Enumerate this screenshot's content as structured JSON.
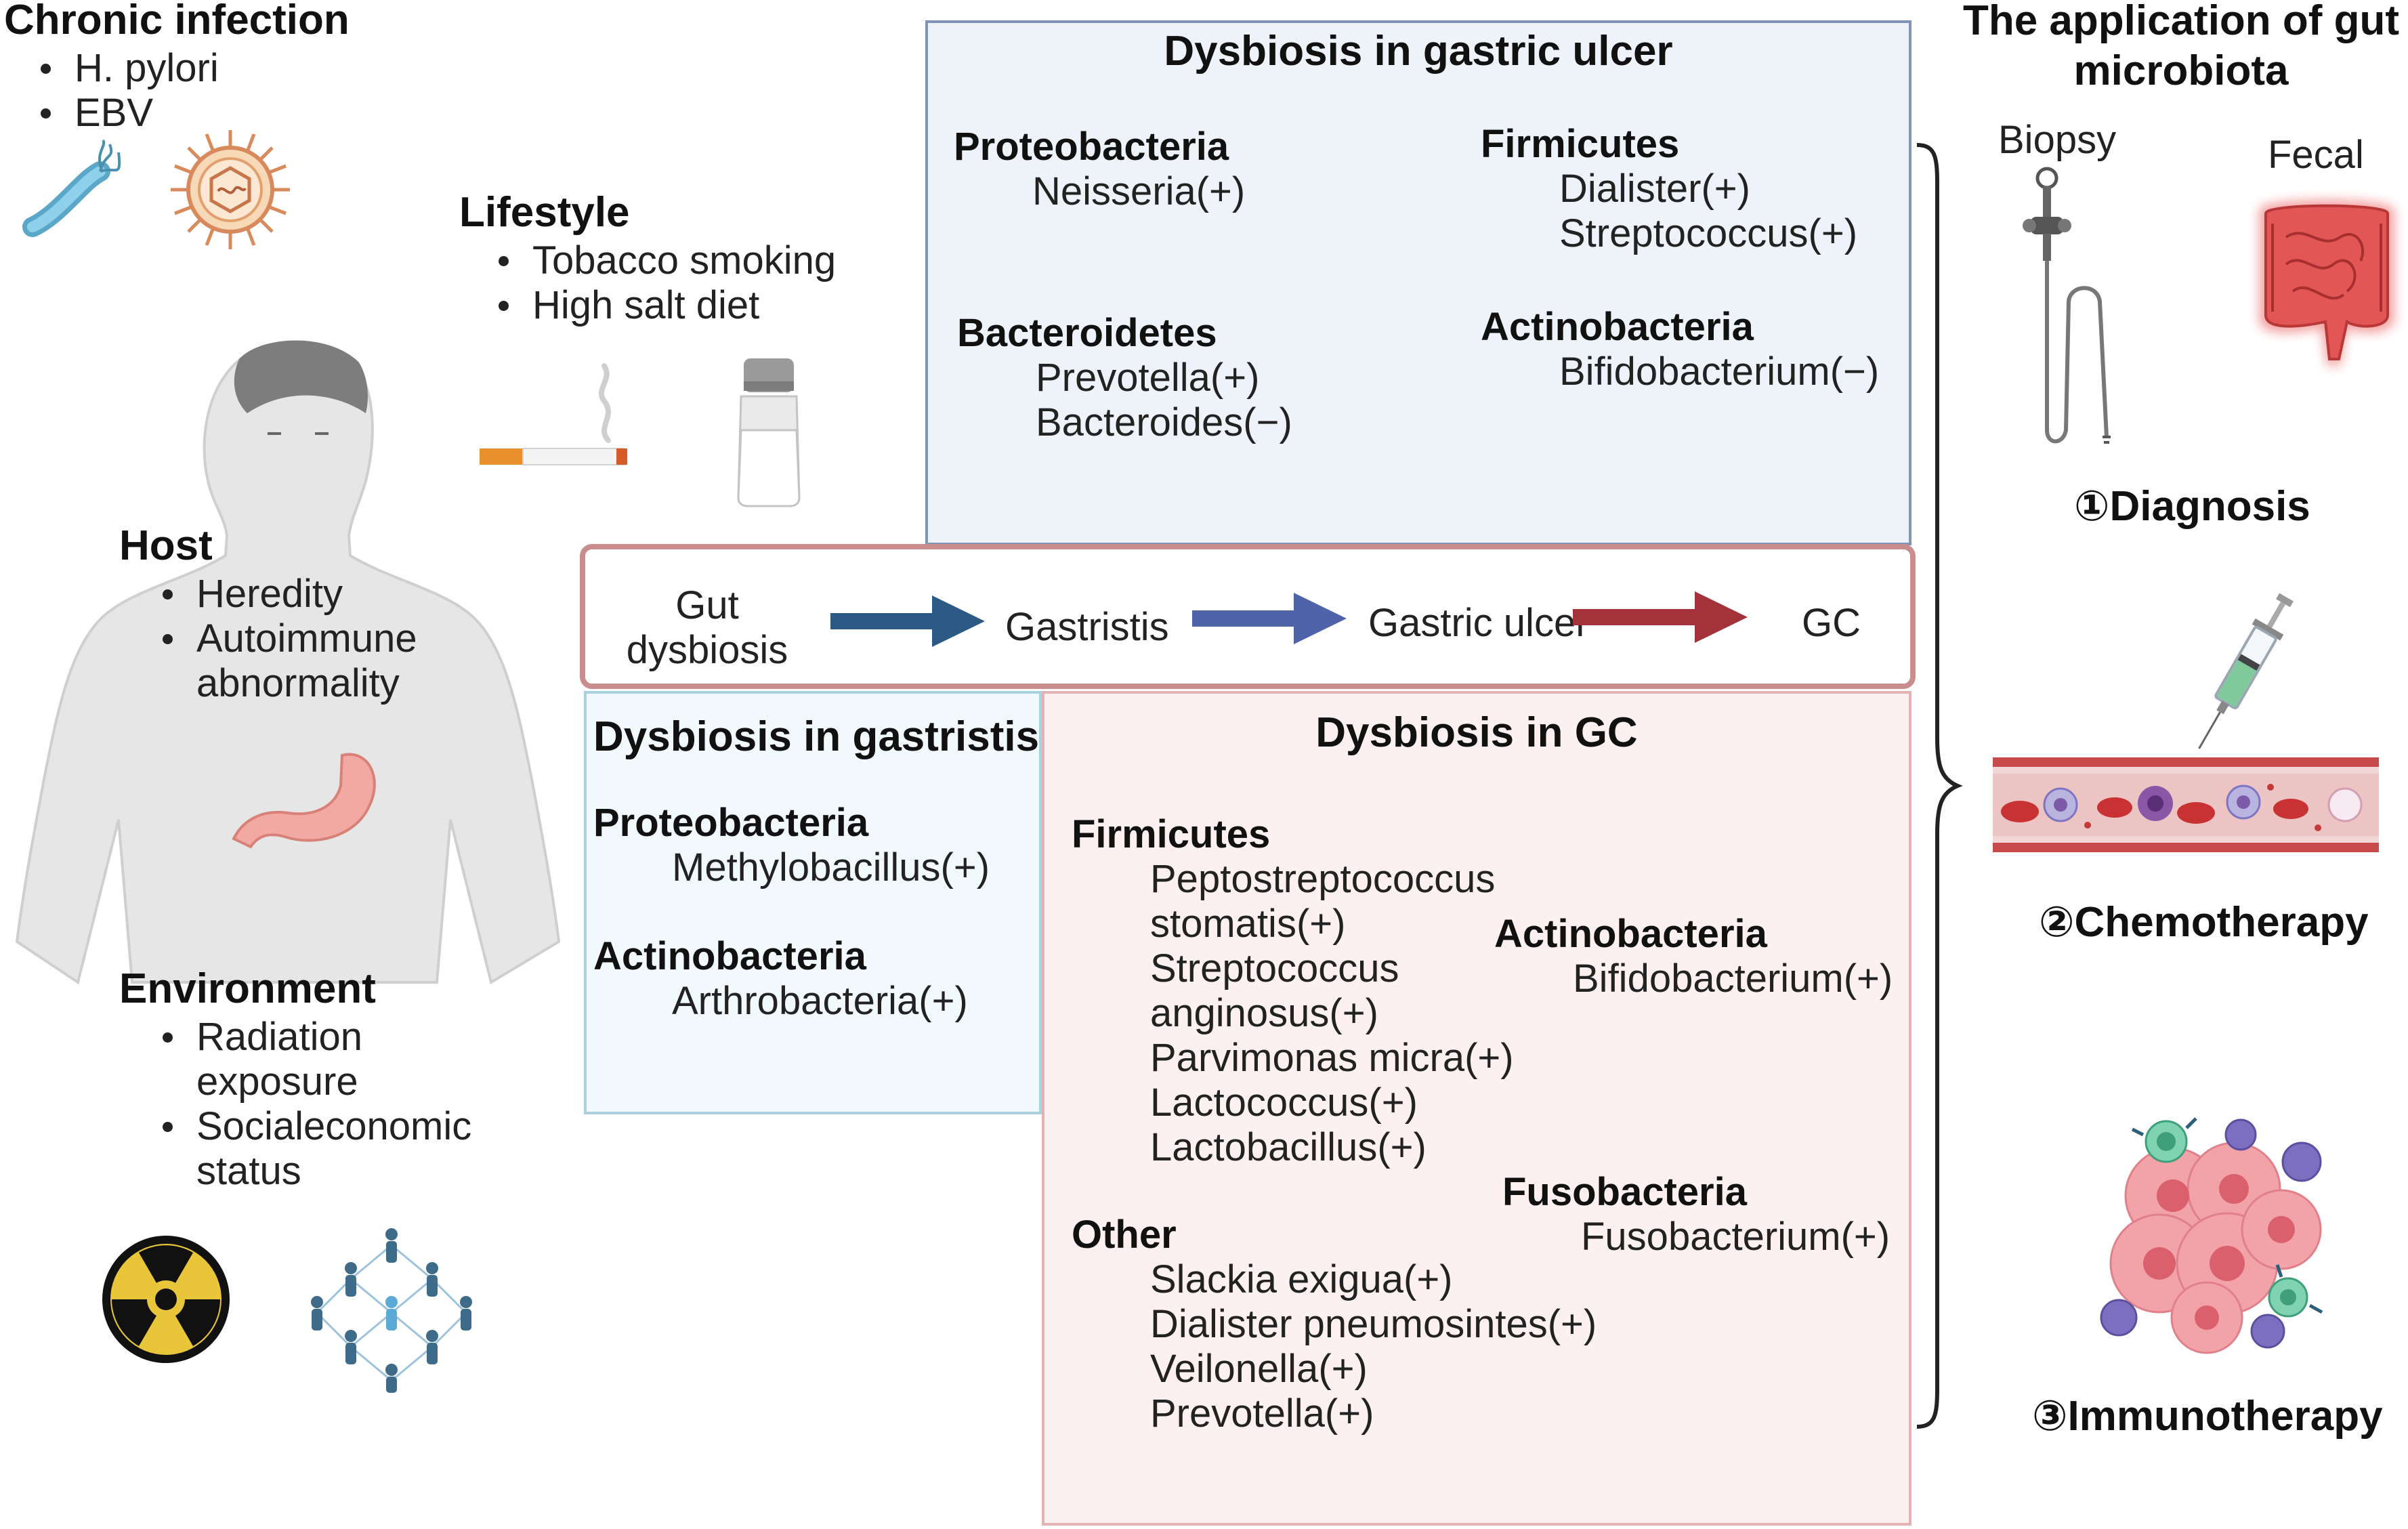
{
  "chronic_infection": {
    "title": "Chronic infection",
    "items": [
      "H. pylori",
      "EBV"
    ]
  },
  "lifestyle": {
    "title": "Lifestyle",
    "items": [
      "Tobacco smoking",
      "High salt diet"
    ]
  },
  "host": {
    "title": "Host",
    "items": [
      "Heredity",
      "Autoimmune abnormality"
    ]
  },
  "environment": {
    "title": "Environment",
    "items": [
      "Radiation exposure",
      "Socialeconomic status"
    ]
  },
  "gastric_ulcer": {
    "title": "Dysbiosis in gastric ulcer",
    "groups": [
      {
        "phylum": "Proteobacteria",
        "genera": [
          "Neisseria(+)"
        ]
      },
      {
        "phylum": "Firmicutes",
        "genera": [
          "Dialister(+)",
          "Streptococcus(+)"
        ]
      },
      {
        "phylum": "Bacteroidetes",
        "genera": [
          "Prevotella(+)",
          "Bacteroides(−)"
        ]
      },
      {
        "phylum": "Actinobacteria",
        "genera": [
          "Bifidobacterium(−)"
        ]
      }
    ]
  },
  "flow": {
    "steps": [
      "Gut dysbiosis",
      "Gastristis",
      "Gastric ulcer",
      "GC"
    ]
  },
  "gastritis": {
    "title": "Dysbiosis in gastristis",
    "groups": [
      {
        "phylum": "Proteobacteria",
        "genera": [
          "Methylobacillus(+)"
        ]
      },
      {
        "phylum": "Actinobacteria",
        "genera": [
          "Arthrobacteria(+)"
        ]
      }
    ]
  },
  "gc": {
    "title": "Dysbiosis in GC",
    "groups": [
      {
        "phylum": "Firmicutes",
        "genera": [
          "Peptostreptococcus stomatis(+)",
          "Streptococcus anginosus(+)",
          "Parvimonas micra(+)",
          "Lactococcus(+)",
          "Lactobacillus(+)"
        ]
      },
      {
        "phylum": "Actinobacteria",
        "genera": [
          "Bifidobacterium(+)"
        ]
      },
      {
        "phylum": "Fusobacteria",
        "genera": [
          "Fusobacterium(+)"
        ]
      },
      {
        "phylum": "Other",
        "genera": [
          "Slackia exigua(+)",
          "Dialister pneumosintes(+)",
          "Veilonella(+)",
          "Prevotella(+)"
        ]
      }
    ]
  },
  "application": {
    "title": "The application of gut microbiota",
    "biopsy_label": "Biopsy",
    "fecal_label": "Fecal",
    "uses": [
      "①Diagnosis",
      "②Chemotherapy",
      "③Immunotherapy"
    ]
  },
  "colors": {
    "ulcer_fill": "#eef3f9",
    "ulcer_border": "#7f95b8",
    "gastritis_fill": "#f2f9fc",
    "gastritis_border": "#a9d1df",
    "gc_fill": "#fdf0f0",
    "gc_border": "#e2b3b3",
    "flow_border": "#c98d8d",
    "arrow1": "#2c5a85",
    "arrow2": "#4f63a8",
    "arrow3": "#a3323a"
  }
}
